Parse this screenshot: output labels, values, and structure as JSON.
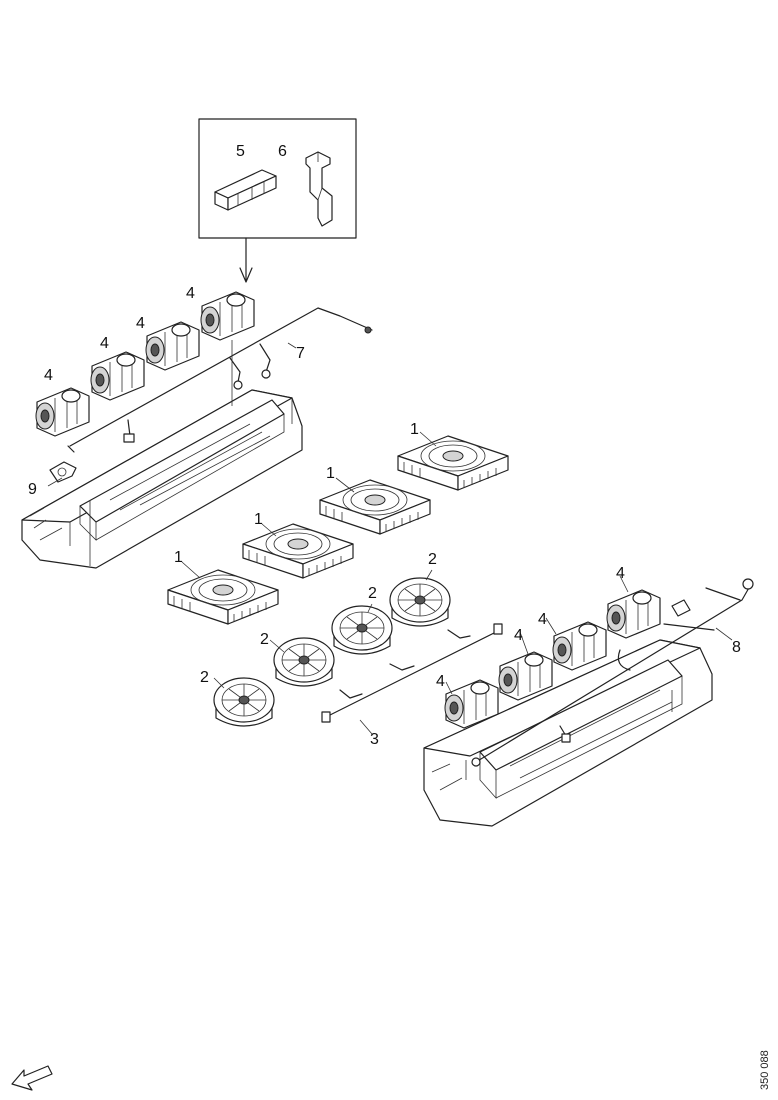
{
  "diagram": {
    "callouts": {
      "fan_unit": "1",
      "fan_motor": "2",
      "wiring_harness_lower": "3",
      "blower_unit": "4",
      "bracket_small": "5",
      "bracket_clip": "6",
      "wiring_harness_upper": "7",
      "wiring_harness_right": "8",
      "clamp": "9"
    },
    "drawing_number": "350 088"
  }
}
